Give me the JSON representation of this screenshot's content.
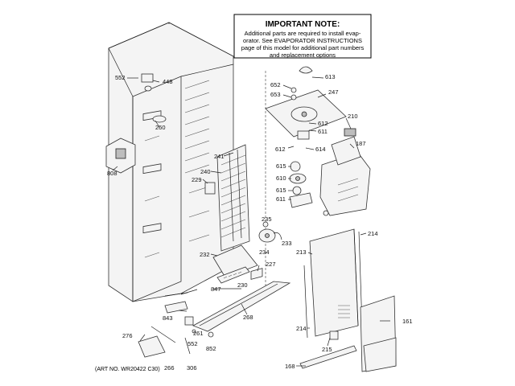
{
  "note": {
    "title": "IMPORTANT NOTE:",
    "lines": [
      "Additional parts are required to install evap-",
      "orator.  See EVAPORATOR INSTRUCTIONS",
      "page of this model for additional part numbers",
      "and replacement options"
    ]
  },
  "art_number": "(ART NO. WR20422 C30)",
  "callouts": [
    {
      "id": "552a",
      "text": "552"
    },
    {
      "id": "448",
      "text": "448"
    },
    {
      "id": "260",
      "text": "260"
    },
    {
      "id": "808",
      "text": "808"
    },
    {
      "id": "241",
      "text": "241"
    },
    {
      "id": "240",
      "text": "240"
    },
    {
      "id": "229",
      "text": "229"
    },
    {
      "id": "232",
      "text": "232"
    },
    {
      "id": "847",
      "text": "847"
    },
    {
      "id": "843",
      "text": "843"
    },
    {
      "id": "261",
      "text": "261"
    },
    {
      "id": "552b",
      "text": "552"
    },
    {
      "id": "852",
      "text": "852"
    },
    {
      "id": "276",
      "text": "276"
    },
    {
      "id": "266",
      "text": "266"
    },
    {
      "id": "306",
      "text": "306"
    },
    {
      "id": "268",
      "text": "268"
    },
    {
      "id": "230",
      "text": "230"
    },
    {
      "id": "227",
      "text": "227"
    },
    {
      "id": "235",
      "text": "235"
    },
    {
      "id": "234",
      "text": "234"
    },
    {
      "id": "233",
      "text": "233"
    },
    {
      "id": "613",
      "text": "613"
    },
    {
      "id": "652",
      "text": "652"
    },
    {
      "id": "653",
      "text": "653"
    },
    {
      "id": "247",
      "text": "247"
    },
    {
      "id": "612a",
      "text": "612"
    },
    {
      "id": "611a",
      "text": "611"
    },
    {
      "id": "612b",
      "text": "612"
    },
    {
      "id": "614",
      "text": "614"
    },
    {
      "id": "615a",
      "text": "615"
    },
    {
      "id": "610",
      "text": "610"
    },
    {
      "id": "615b",
      "text": "615"
    },
    {
      "id": "611b",
      "text": "611"
    },
    {
      "id": "210",
      "text": "210"
    },
    {
      "id": "187",
      "text": "187"
    },
    {
      "id": "214a",
      "text": "214"
    },
    {
      "id": "213",
      "text": "213"
    },
    {
      "id": "214b",
      "text": "214"
    },
    {
      "id": "215",
      "text": "215"
    },
    {
      "id": "161",
      "text": "161"
    },
    {
      "id": "168",
      "text": "168"
    }
  ]
}
